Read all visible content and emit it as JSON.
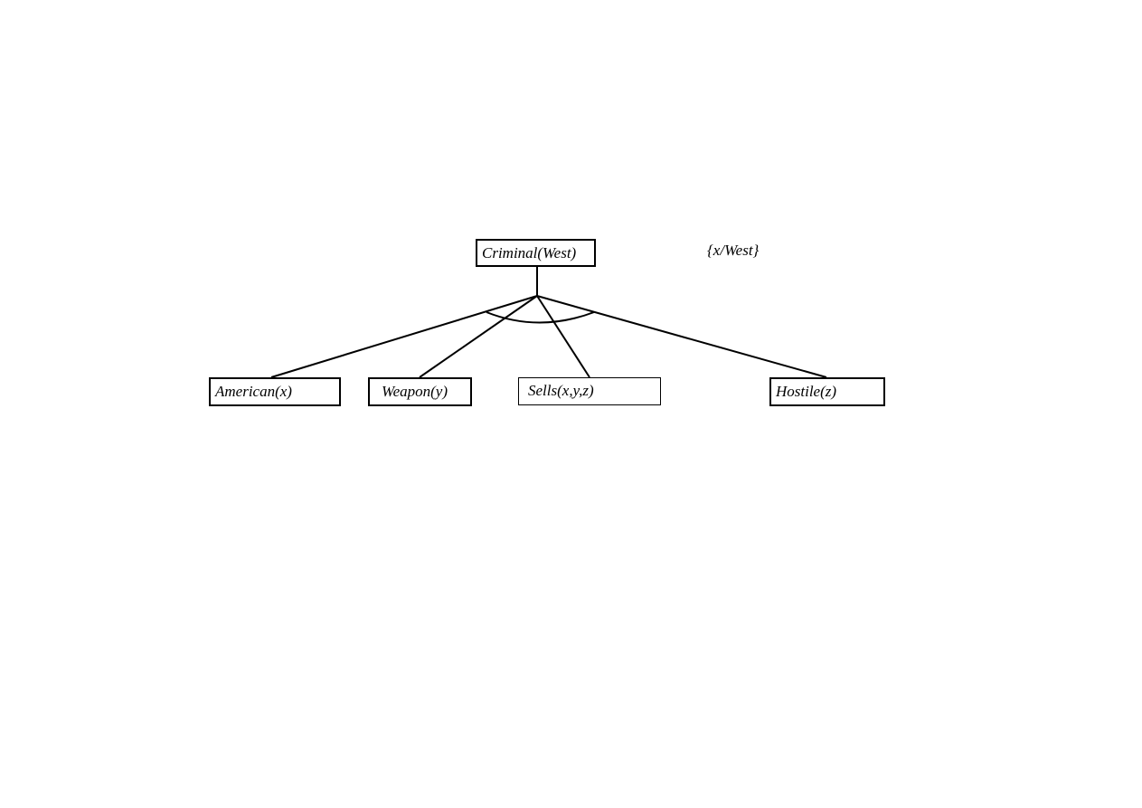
{
  "diagram": {
    "root": {
      "label": "Criminal(West)"
    },
    "substitution": "{x/West}",
    "children": [
      {
        "label": "American(x)"
      },
      {
        "label": "Weapon(y)"
      },
      {
        "label": "Sells(x,y,z)"
      },
      {
        "label": "Hostile(z)"
      }
    ],
    "colors": {
      "stroke": "#000000",
      "background": "#ffffff"
    }
  }
}
